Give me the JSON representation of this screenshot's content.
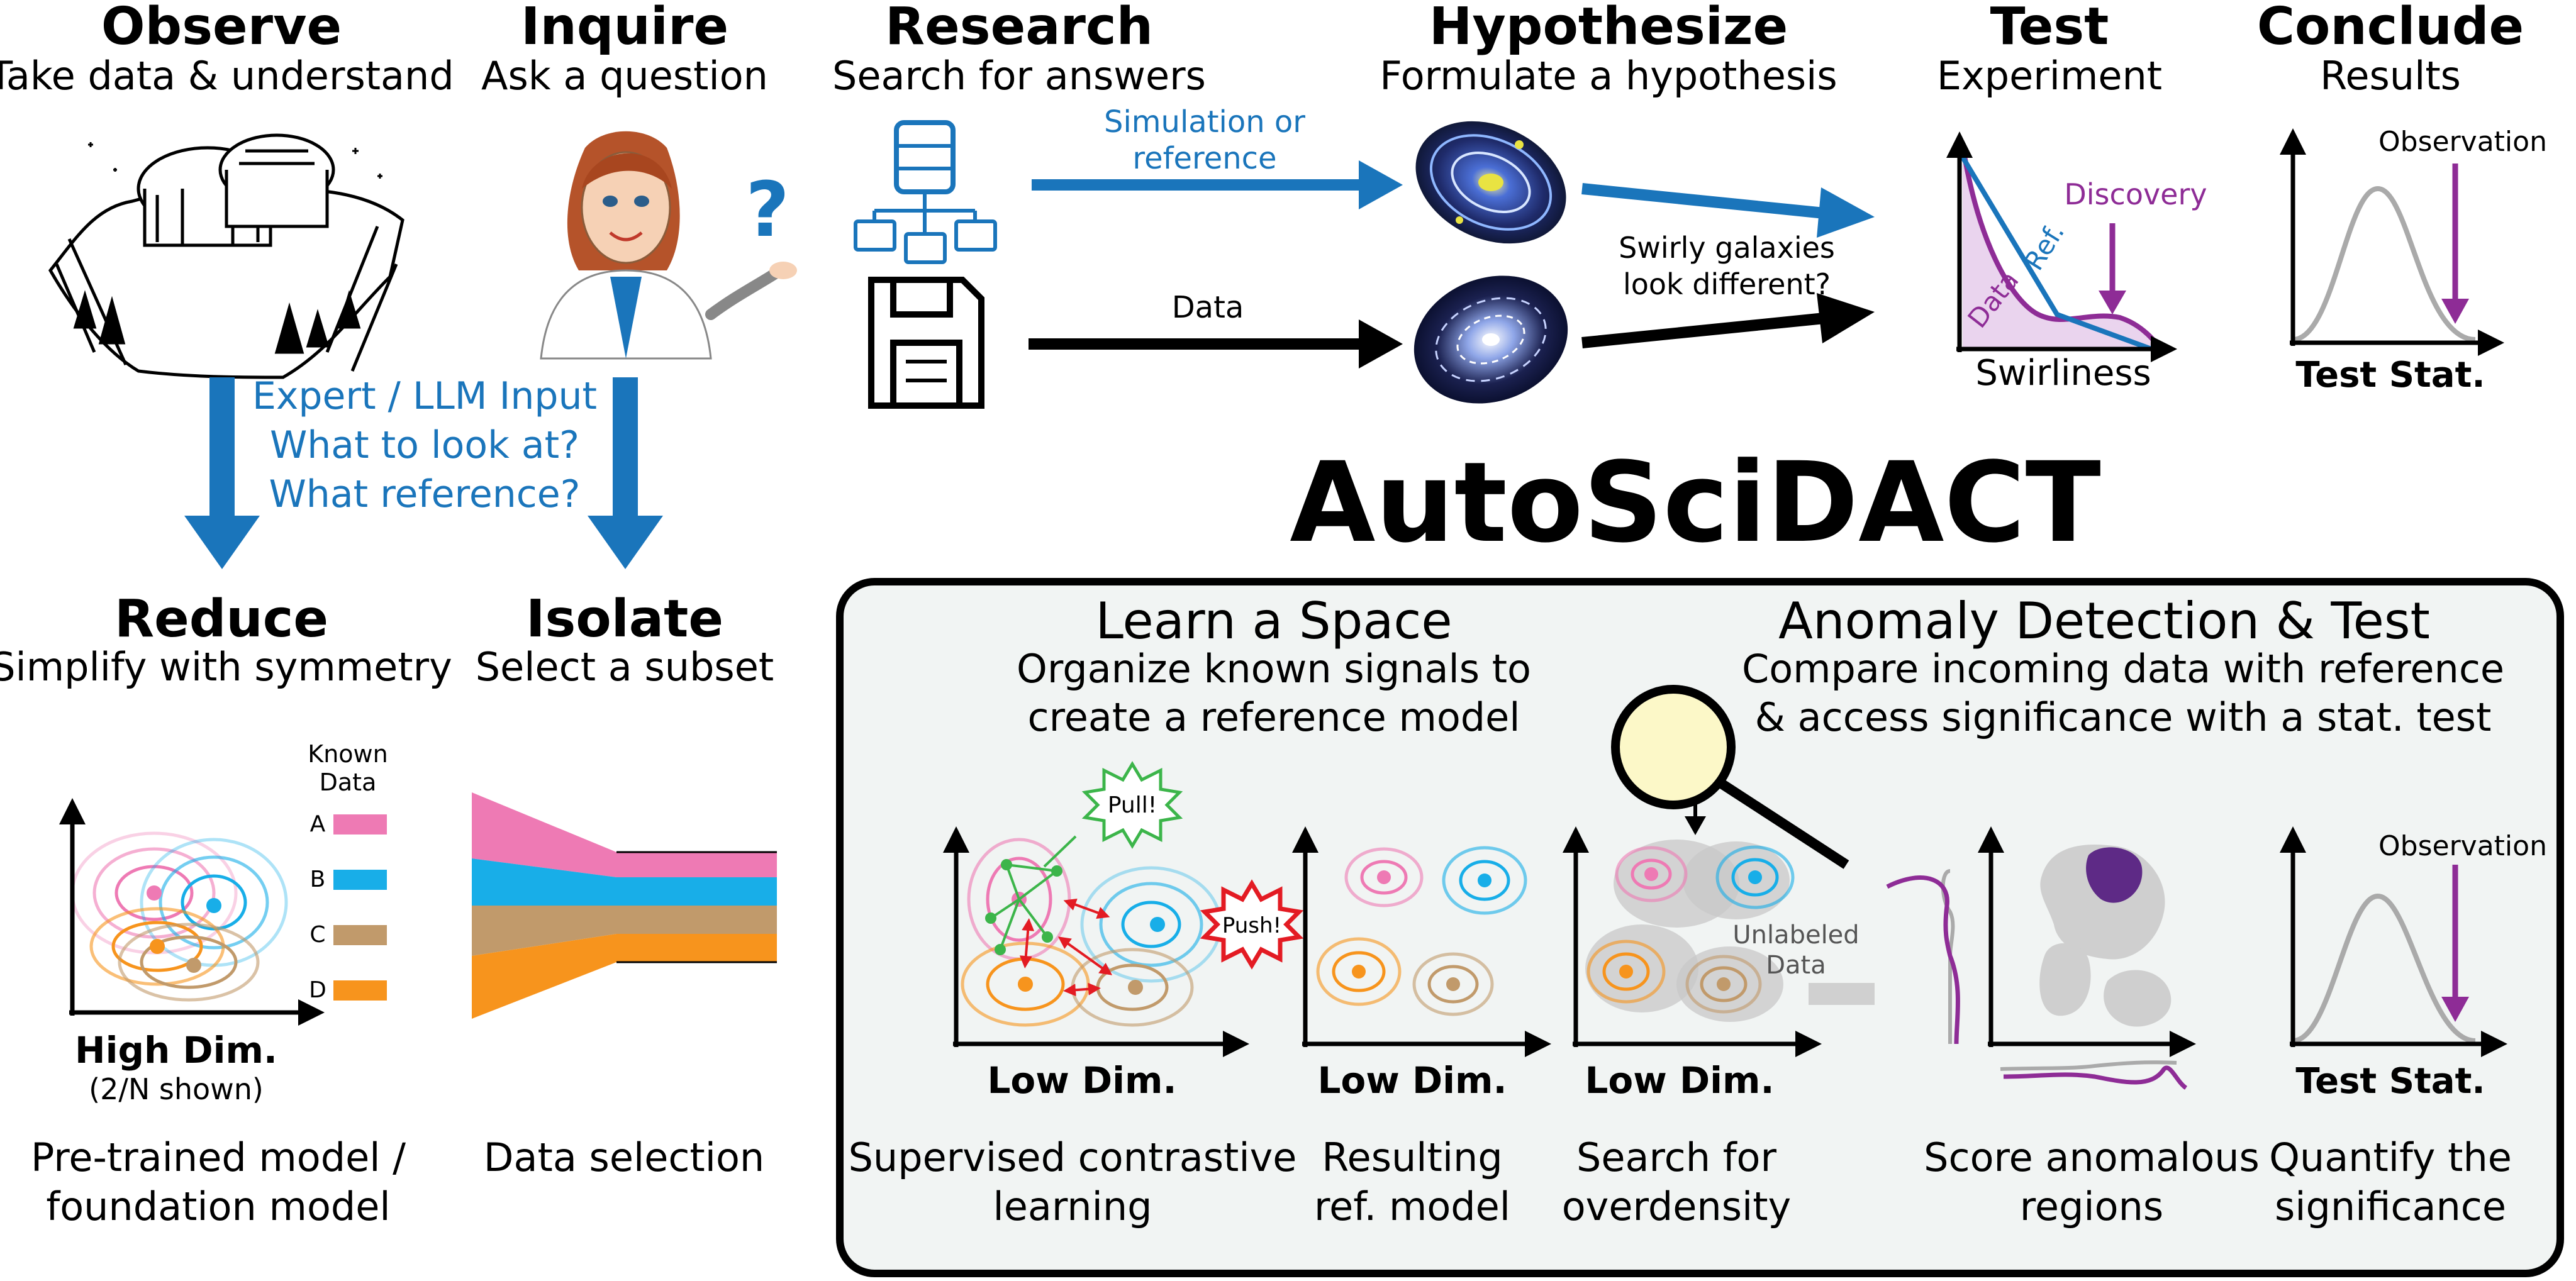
{
  "steps": {
    "observe": {
      "title": "Observe",
      "subtitle": "Take data & understand"
    },
    "inquire": {
      "title": "Inquire",
      "subtitle": "Ask a question"
    },
    "research": {
      "title": "Research",
      "subtitle": "Search for answers"
    },
    "hypothesize": {
      "title": "Hypothesize",
      "subtitle": "Formulate a hypothesis"
    },
    "test": {
      "title": "Test",
      "subtitle": "Experiment"
    },
    "conclude": {
      "title": "Conclude",
      "subtitle": "Results"
    },
    "reduce": {
      "title": "Reduce",
      "subtitle": "Simplify with symmetry"
    },
    "isolate": {
      "title": "Isolate",
      "subtitle": "Select a subset"
    }
  },
  "question_mark": "?",
  "expert_input": [
    "Expert / LLM Input",
    "What to look at?",
    "What reference?"
  ],
  "research_arrows": {
    "top": [
      "Simulation or",
      "reference"
    ],
    "bottom": "Data"
  },
  "hypothesis_label": [
    "Swirly galaxies",
    "look different?"
  ],
  "test_plot": {
    "discovery": "Discovery",
    "ref": "Ref.",
    "data": "Data",
    "xlabel": "Swirliness"
  },
  "conclude_plot": {
    "observation": "Observation",
    "xlabel": "Test Stat."
  },
  "main_title": "AutoSciDACT",
  "reduce_panel": {
    "legend_title": [
      "Known",
      "Data"
    ],
    "legend": [
      {
        "label": "A",
        "color": "#ee7ab4"
      },
      {
        "label": "B",
        "color": "#18aee8"
      },
      {
        "label": "C",
        "color": "#c19a6b"
      },
      {
        "label": "D",
        "color": "#f7941d"
      }
    ],
    "xlabel": "High Dim.",
    "xsub": "(2/N shown)",
    "caption": [
      "Pre-trained model /",
      "foundation model"
    ]
  },
  "isolate_panel": {
    "caption": "Data selection"
  },
  "learn_space": {
    "title": "Learn a Space",
    "subtitle": [
      "Organize known signals to",
      "create a reference model"
    ],
    "pull": "Pull!",
    "push": "Push!"
  },
  "anomaly": {
    "title": "Anomaly Detection & Test",
    "subtitle": [
      "Compare incoming data with reference",
      "& access significance with a stat. test"
    ],
    "unlabeled": [
      "Unlabeled",
      "Data"
    ]
  },
  "bottom_axes": {
    "low_dim": "Low Dim.",
    "test_stat": "Test Stat.",
    "observation": "Observation"
  },
  "captions": {
    "supervised": [
      "Supervised contrastive",
      "learning"
    ],
    "resulting": [
      "Resulting",
      "ref. model"
    ],
    "search": [
      "Search for",
      "overdensity"
    ],
    "score": [
      "Score anomalous",
      "regions"
    ],
    "quantify": [
      "Quantify the",
      "significance"
    ]
  },
  "colors": {
    "blue": "#1a75bb",
    "purple": "#8e2c96",
    "pink": "#ee7ab4",
    "cyan": "#18aee8",
    "tan": "#c19a6b",
    "orange": "#f7941d",
    "panel_bg": "#f1f4f3",
    "red": "#e31b23",
    "green": "#3cb54a"
  }
}
